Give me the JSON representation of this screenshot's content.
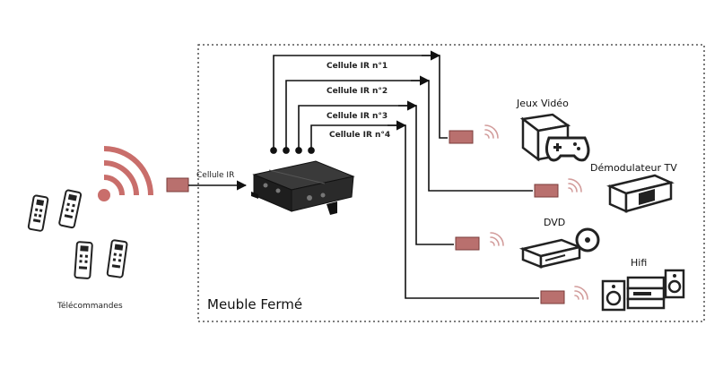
{
  "cabinet_label": "Meuble Fermé",
  "remotes_label": "Télécommandes",
  "receiver_label": "Cellule IR",
  "cells": [
    {
      "label": "Cellule IR n°1"
    },
    {
      "label": "Cellule IR n°2"
    },
    {
      "label": "Cellule IR n°3"
    },
    {
      "label": "Cellule IR n°4"
    }
  ],
  "devices": [
    {
      "label": "Jeux Vidéo",
      "icon": "gamepad-icon"
    },
    {
      "label": "Démodulateur TV",
      "icon": "tv-box-icon"
    },
    {
      "label": "DVD",
      "icon": "dvd-player-icon"
    },
    {
      "label": "Hifi",
      "icon": "hifi-icon"
    }
  ],
  "colors": {
    "emitter": "#b9706e",
    "wave": "#c96e6b",
    "frame": "#333333"
  }
}
